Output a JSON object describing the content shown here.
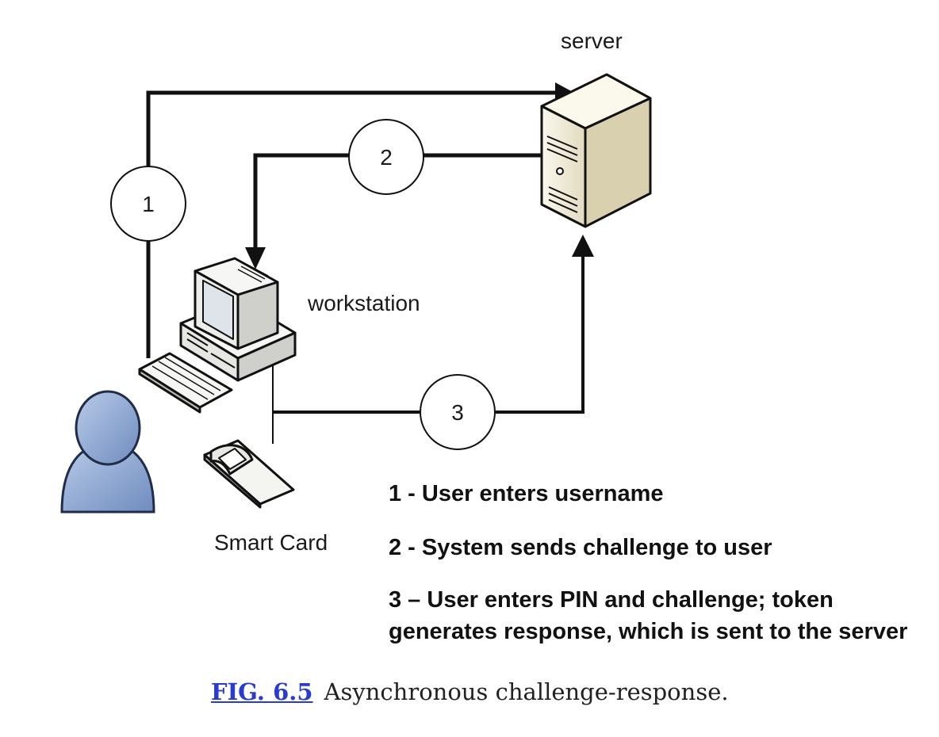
{
  "labels": {
    "server": "server",
    "workstation": "workstation",
    "smart_card": "Smart Card"
  },
  "steps": {
    "one": "1",
    "two": "2",
    "three": "3"
  },
  "legend": [
    "1 - User enters username",
    "2 - System sends challenge to user",
    "3 – User enters PIN and challenge; token generates response, which is sent to the server"
  ],
  "caption": {
    "fig_ref": "FIG. 6.5",
    "text": "Asynchronous challenge-response."
  },
  "colors": {
    "line": "#111111",
    "server_body": "#f1ecd8",
    "user_fill": "#8ea6cf",
    "link": "#2a3ccf"
  }
}
